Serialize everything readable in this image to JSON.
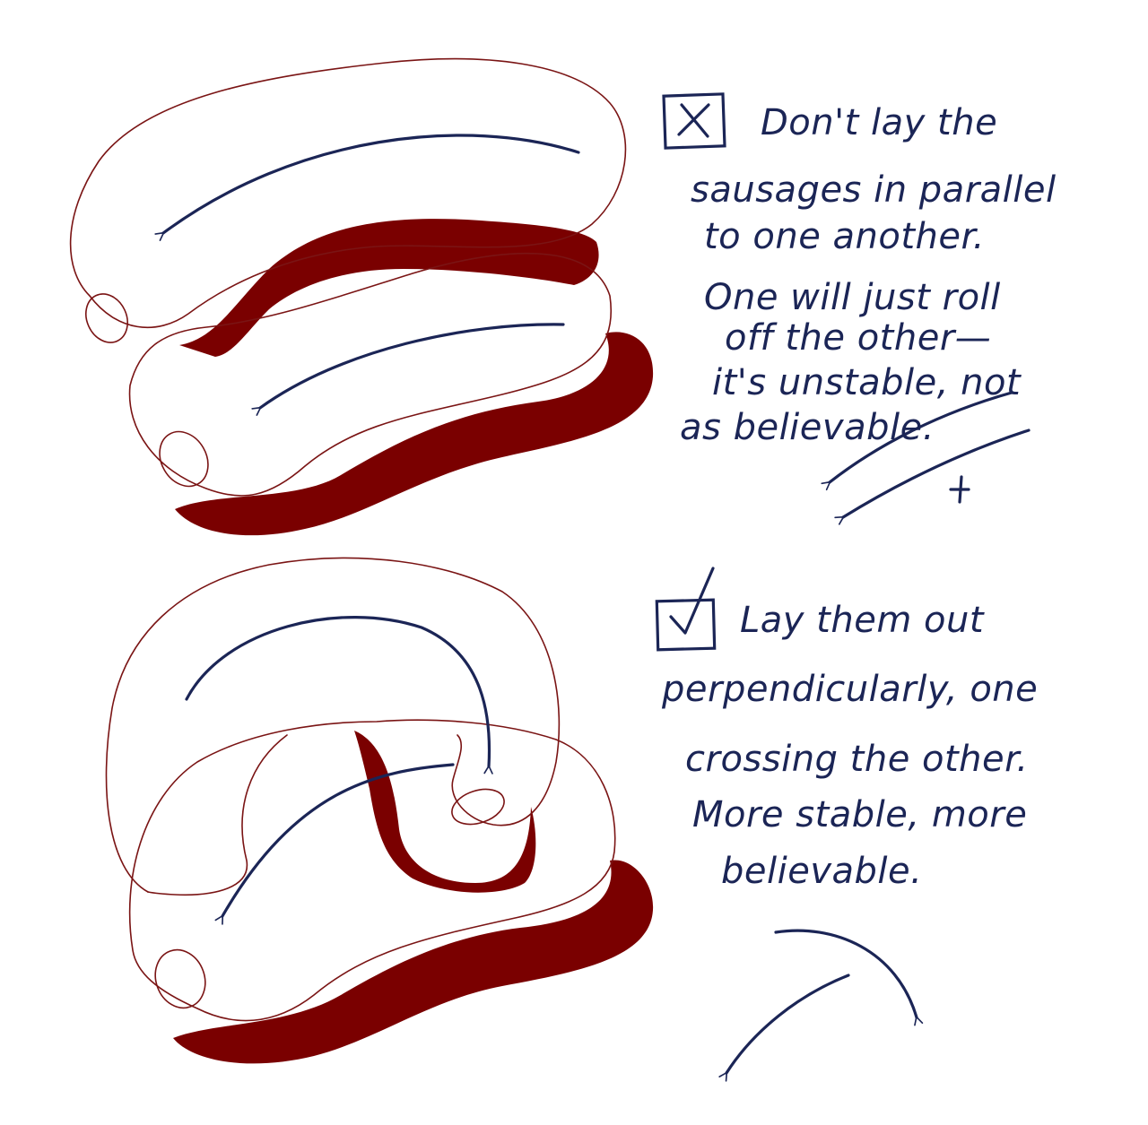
{
  "top_panel": {
    "mark": "wrong",
    "note_lines": [
      "Don't lay the",
      "sausages in parallel",
      "to one another.",
      "One will just roll",
      "off the other—",
      "it's unstable, not",
      "as believable."
    ]
  },
  "bottom_panel": {
    "mark": "right",
    "note_lines": [
      "Lay them out",
      "perpendicularly, one",
      "crossing the other.",
      "More stable, more",
      "believable."
    ]
  },
  "colors": {
    "ink": "#1b2556",
    "sausage_outline": "#7a1414",
    "shadow": "#7a0000"
  },
  "icons": {
    "wrong_box": "x-box-icon",
    "right_box": "checkbox-icon",
    "cross_mark": "cross-mark-icon"
  }
}
